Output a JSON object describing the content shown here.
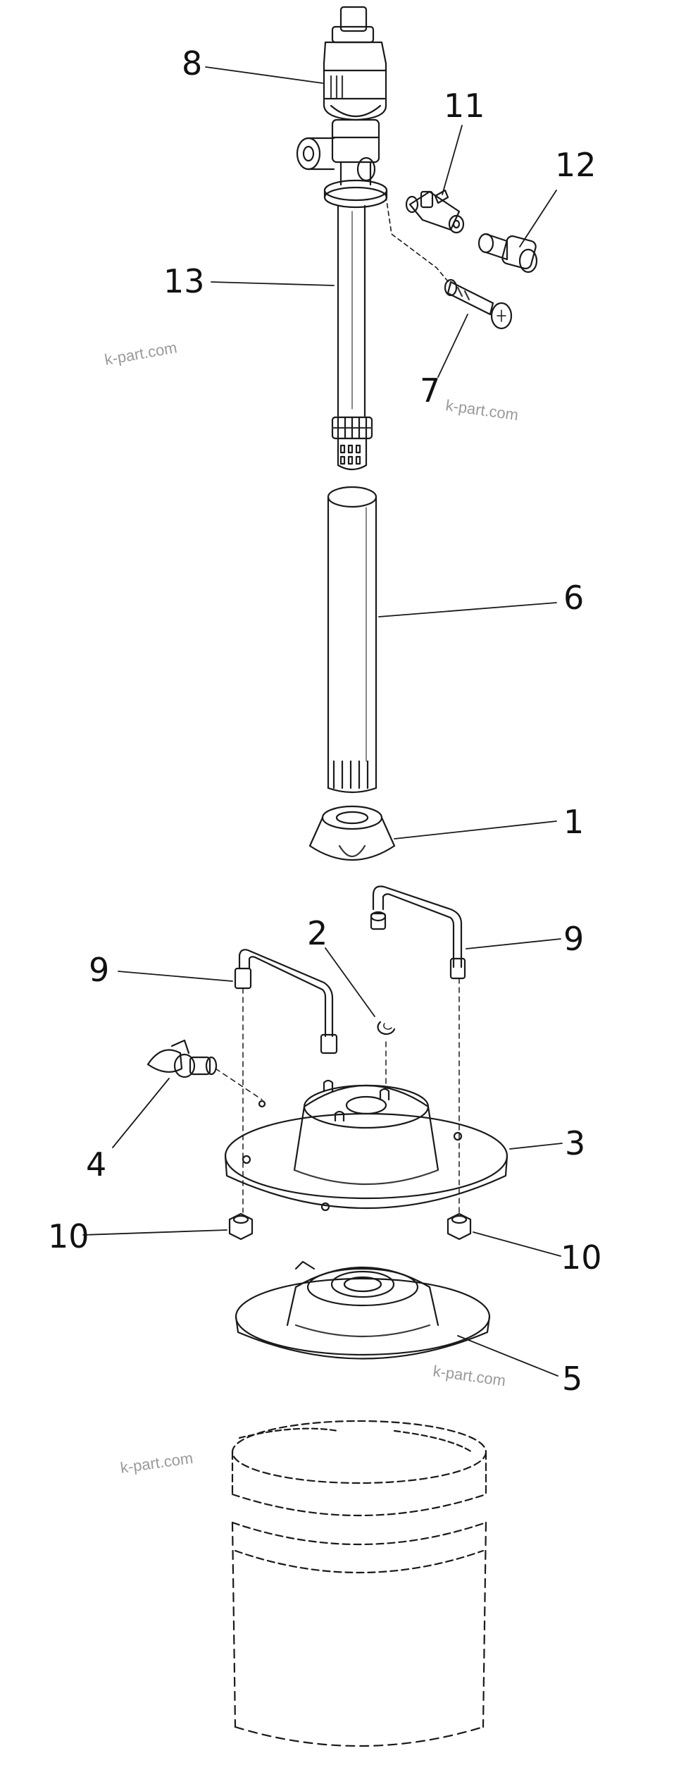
{
  "colors": {
    "line": "#1a1a1a",
    "shade": "#3a3a3a",
    "watermark": "#9a9a9a",
    "background": "#ffffff"
  },
  "callouts": {
    "c1": "1",
    "c2": "2",
    "c3": "3",
    "c4": "4",
    "c5": "5",
    "c6": "6",
    "c7": "7",
    "c8": "8",
    "c9a": "9",
    "c9b": "9",
    "c10a": "10",
    "c10b": "10",
    "c11": "11",
    "c12": "12",
    "c13": "13"
  },
  "watermarks": {
    "w1": "k-part.com",
    "w2": "k-part.com",
    "w3": "k-part.com",
    "w4": "k-part.com"
  }
}
